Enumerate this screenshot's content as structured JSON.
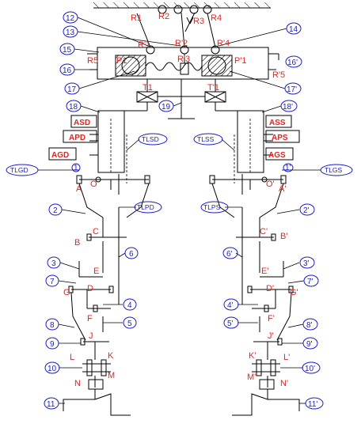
{
  "pivots": [
    "R1",
    "R2",
    "R3",
    "R4",
    "R'1",
    "R'2",
    "R'3",
    "R'4",
    "R5",
    "R'5",
    "P1",
    "P'1",
    "T1",
    "T'1"
  ],
  "numbers_left": [
    "12",
    "13",
    "15",
    "16",
    "17",
    "18",
    "19",
    "2",
    "3",
    "7",
    "8",
    "9",
    "10",
    "11"
  ],
  "numbers_right": [
    "14",
    "16'",
    "17'",
    "18'",
    "2'",
    "6'",
    "3'",
    "7'",
    "4'",
    "5'",
    "8'",
    "9'",
    "10'",
    "11'"
  ],
  "numbers_center": [
    "6",
    "4",
    "5"
  ],
  "boxes_left": [
    "ASD",
    "APD",
    "AGD"
  ],
  "boxes_right": [
    "ASS",
    "APS",
    "AGS"
  ],
  "tags_left": [
    "TLSD",
    "TLGD",
    "TLPD"
  ],
  "tags_right": [
    "TLSS",
    "TLGS",
    "TLPS"
  ],
  "joints_left": [
    "O",
    "A",
    "B",
    "C",
    "E",
    "D",
    "G",
    "F",
    "J",
    "K",
    "L",
    "N",
    "M"
  ],
  "joints_right": [
    "O'",
    "A'",
    "B'",
    "C'",
    "E'",
    "D'",
    "G'",
    "F'",
    "J'",
    "K'",
    "L'",
    "N'",
    "M'"
  ],
  "node_one_left": "1",
  "node_one_right": "1'",
  "colors": {
    "label_red": "#e8231e",
    "label_blue": "#1c1cc8",
    "line": "#000000"
  }
}
